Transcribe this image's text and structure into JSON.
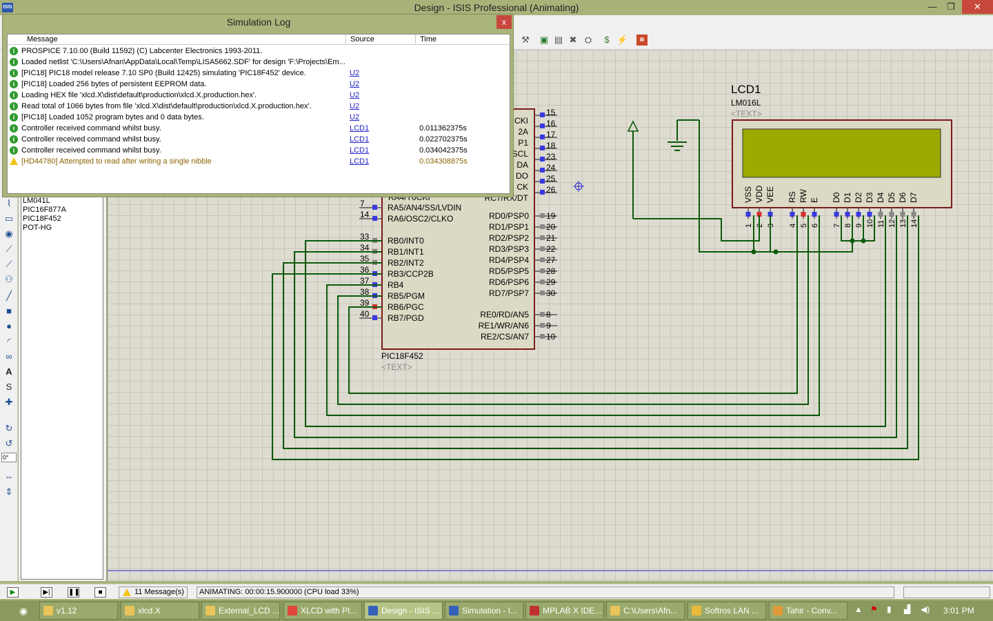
{
  "window": {
    "title": "Design - ISIS Professional (Animating)",
    "logo": "ISIS",
    "min": "—",
    "max": "❐",
    "close": "✕"
  },
  "devices": {
    "items": [
      "LM041L",
      "PIC16F877A",
      "PIC18F452",
      "POT-HG"
    ]
  },
  "rotation": {
    "value": "0°"
  },
  "simlog": {
    "title": "Simulation Log",
    "close": "x",
    "headers": {
      "message": "Message",
      "source": "Source",
      "time": "Time"
    },
    "rows": [
      {
        "msg": "PROSPICE 7.10.00 (Build 11592) (C) Labcenter Electronics 1993-2011.",
        "src": "",
        "time": "",
        "type": "info"
      },
      {
        "msg": "Loaded netlist 'C:\\Users\\Afnan\\AppData\\Local\\Temp\\LISA5662.SDF' for design 'F:\\Projects\\Em...",
        "src": "",
        "time": "",
        "type": "info"
      },
      {
        "msg": "[PIC18] PIC18 model release 7.10 SP0 (Build 12425) simulating 'PIC18F452' device.",
        "src": "U2",
        "time": "",
        "type": "info"
      },
      {
        "msg": "[PIC18] Loaded 256 bytes of persistent EEPROM data.",
        "src": "U2",
        "time": "",
        "type": "info"
      },
      {
        "msg": "Loading HEX file 'xlcd.X\\dist\\default\\production\\xlcd.X.production.hex'.",
        "src": "U2",
        "time": "",
        "type": "info"
      },
      {
        "msg": "Read total of 1066 bytes from file 'xlcd.X\\dist\\default\\production\\xlcd.X.production.hex'.",
        "src": "U2",
        "time": "",
        "type": "info"
      },
      {
        "msg": "[PIC18] Loaded 1052 program bytes and 0 data bytes.",
        "src": "U2",
        "time": "",
        "type": "info"
      },
      {
        "msg": "Controller received command whilst busy.",
        "src": "LCD1",
        "time": "0.011362375s",
        "type": "info"
      },
      {
        "msg": "Controller received command whilst busy.",
        "src": "LCD1",
        "time": "0.022702375s",
        "type": "info"
      },
      {
        "msg": "Controller received command whilst busy.",
        "src": "LCD1",
        "time": "0.034042375s",
        "type": "info"
      },
      {
        "msg": "[HD44780] Attempted to read after writing a single nibble",
        "src": "LCD1",
        "time": "0.034308875s",
        "type": "warn"
      }
    ]
  },
  "schematic": {
    "mcu": {
      "name": "PIC18F452",
      "text": "<TEXT>",
      "left_partial": "RA4/T0CKI",
      "left_labels": [
        "RA5/AN4/SS/LVDIN",
        "RA6/OSC2/CLKO",
        "RB0/INT0",
        "RB1/INT1",
        "RB2/INT2",
        "RB3/CCP2B",
        "RB4",
        "RB5/PGM",
        "RB6/PGC",
        "RB7/PGD"
      ],
      "left_pins": [
        "7",
        "14",
        "33",
        "34",
        "35",
        "36",
        "37",
        "38",
        "39",
        "40"
      ],
      "right_partial_labels": [
        "CKI",
        "2A",
        "P1",
        "SCL",
        "DA",
        "DO",
        "CK",
        "RC7/RX/DT"
      ],
      "right_partial_pins": [
        "15",
        "16",
        "17",
        "18",
        "23",
        "24",
        "25",
        "26"
      ],
      "right_labels": [
        "RD0/PSP0",
        "RD1/PSP1",
        "RD2/PSP2",
        "RD3/PSP3",
        "RD4/PSP4",
        "RD5/PSP5",
        "RD6/PSP6",
        "RD7/PSP7",
        "RE0/RD/AN5",
        "RE1/WR/AN6",
        "RE2/CS/AN7"
      ],
      "right_pins": [
        "19",
        "20",
        "21",
        "22",
        "27",
        "28",
        "29",
        "30",
        "8",
        "9",
        "10"
      ]
    },
    "lcd": {
      "name": "LCD1",
      "model": "LM016L",
      "text": "<TEXT>",
      "pin_labels": [
        "VSS",
        "VDD",
        "VEE",
        "RS",
        "RW",
        "E",
        "D0",
        "D1",
        "D2",
        "D3",
        "D4",
        "D5",
        "D6",
        "D7"
      ],
      "pin_numbers": [
        "1",
        "2",
        "3",
        "4",
        "5",
        "6",
        "7",
        "8",
        "9",
        "10",
        "11",
        "12",
        "13",
        "14"
      ]
    }
  },
  "status": {
    "messages": "11 Message(s)",
    "animation": "ANIMATING: 00:00:15.900000 (CPU load 33%)"
  },
  "taskbar": {
    "items": [
      {
        "label": "v1.12",
        "color": "#e8c45a"
      },
      {
        "label": "xlcd.X",
        "color": "#e8c45a"
      },
      {
        "label": "External_LCD ...",
        "color": "#e8c45a"
      },
      {
        "label": "XLCD with PI...",
        "color": "#e0463a"
      },
      {
        "label": "Design - ISIS ...",
        "color": "#3561b8"
      },
      {
        "label": "Simulation - I...",
        "color": "#3561b8"
      },
      {
        "label": "MPLAB X IDE...",
        "color": "#c03030"
      },
      {
        "label": "C:\\Users\\Afn...",
        "color": "#e8c45a"
      },
      {
        "label": "Softros LAN ...",
        "color": "#e9b93a"
      },
      {
        "label": "Tahir - Conv...",
        "color": "#e09a3a"
      }
    ],
    "clock": "3:01 PM"
  }
}
